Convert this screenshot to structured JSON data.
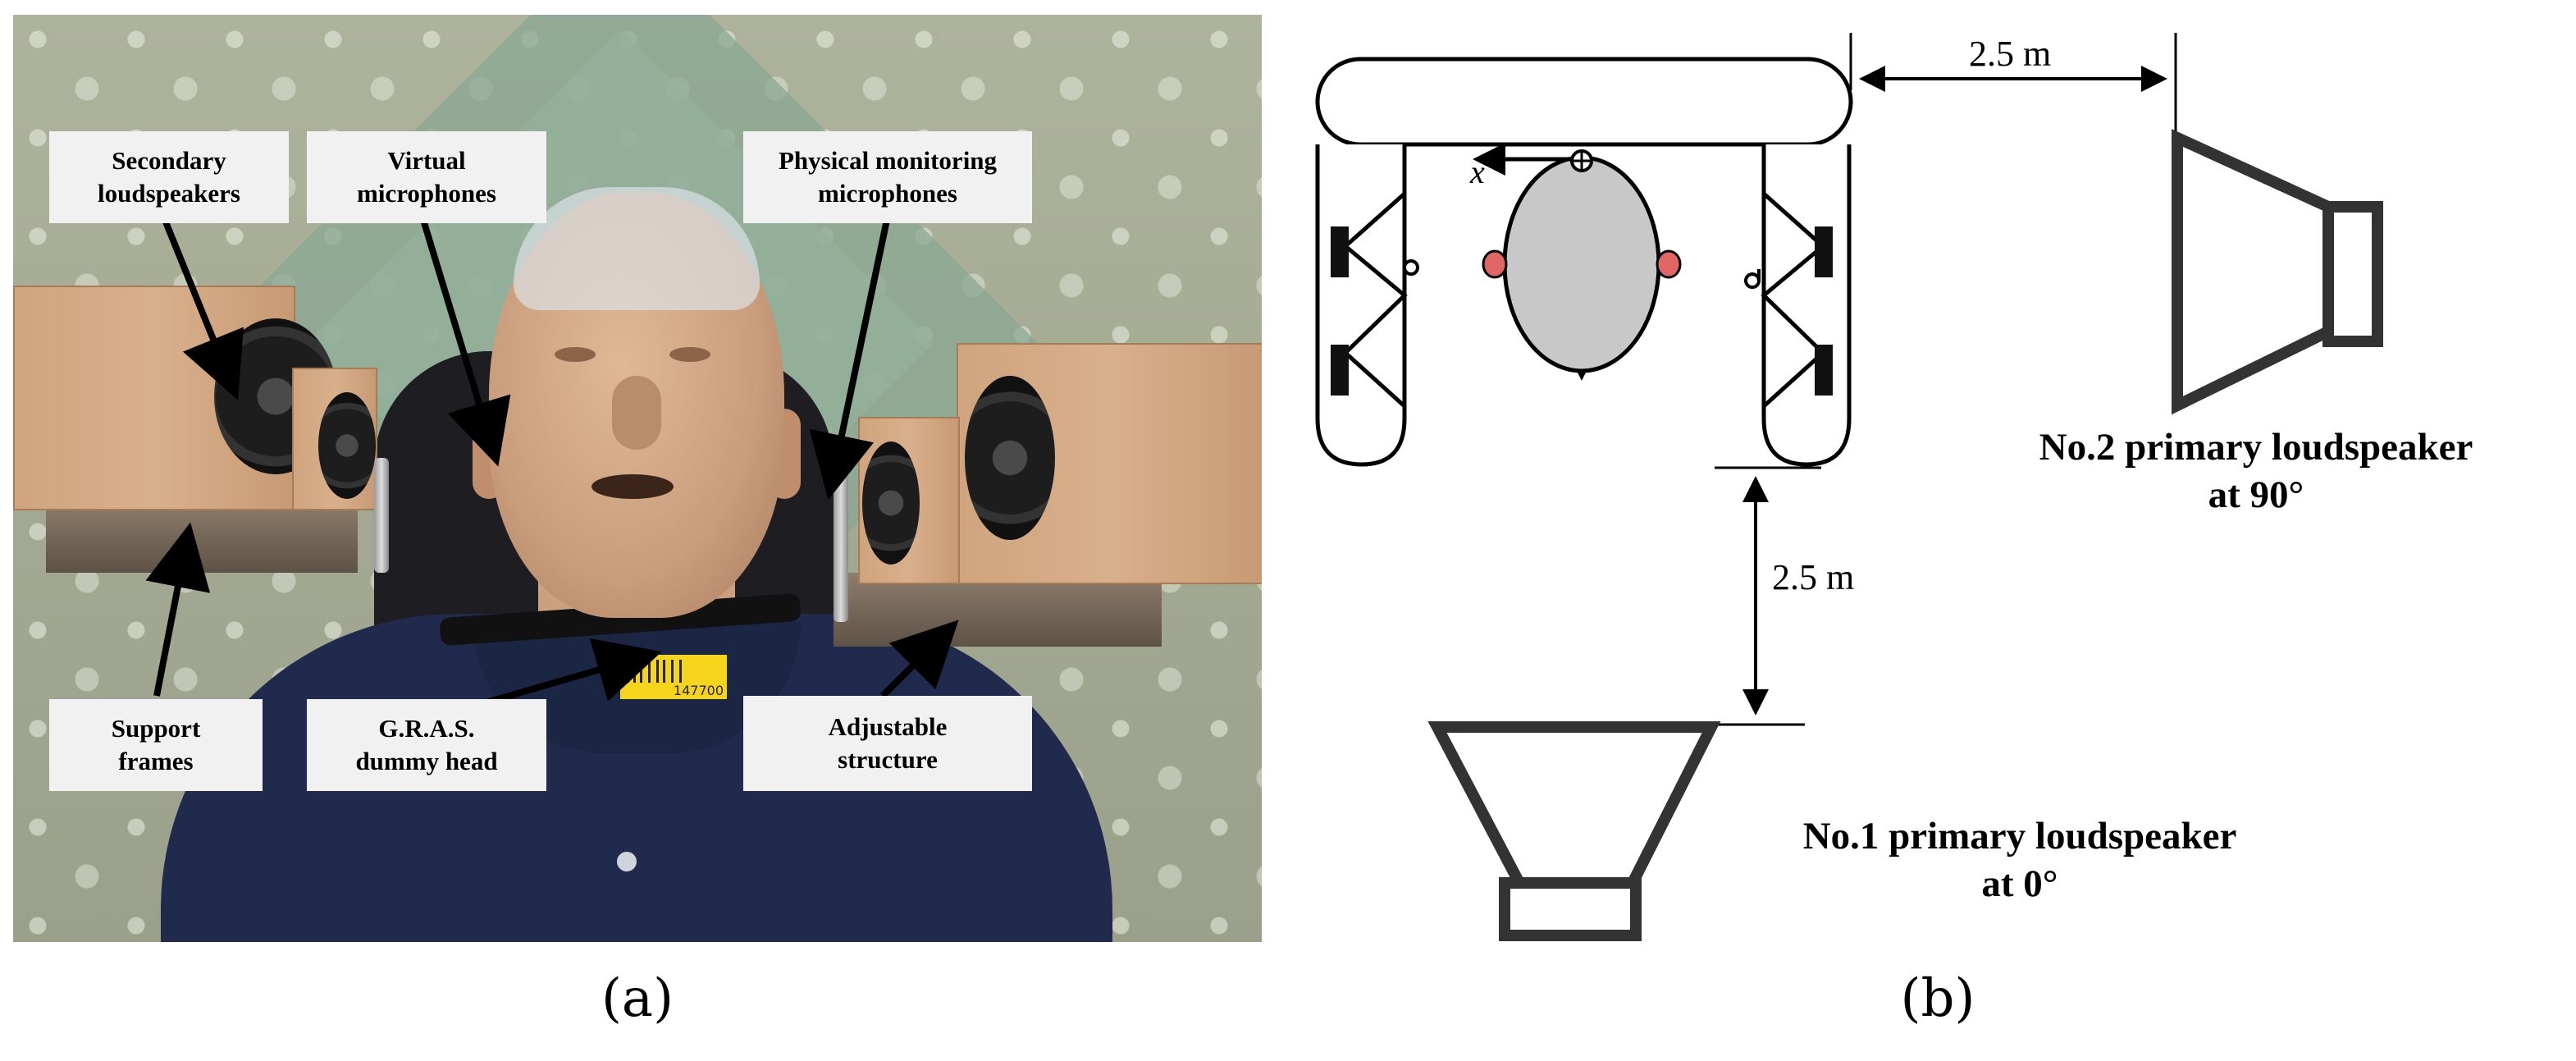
{
  "figure": {
    "panel_a": {
      "caption": "(a)",
      "labels": {
        "secondary_loudspeakers": [
          "Secondary",
          "loudspeakers"
        ],
        "virtual_microphones": [
          "Virtual",
          "microphones"
        ],
        "physical_monitoring_microphones": [
          "Physical monitoring",
          "microphones"
        ],
        "support_frames": [
          "Support",
          "frames"
        ],
        "dummy_head": [
          "G.R.A.S.",
          "dummy head"
        ],
        "adjustable_structure": [
          "Adjustable",
          "structure"
        ]
      },
      "barcode_text": "147700"
    },
    "panel_b": {
      "caption": "(b)",
      "axis_label": "x",
      "distance_right": "2.5 m",
      "distance_bottom": "2.5 m",
      "speaker_front": [
        "No.1 primary loudspeaker",
        "at 0°"
      ],
      "speaker_side": [
        "No.2 primary loudspeaker",
        "at 90°"
      ]
    }
  }
}
